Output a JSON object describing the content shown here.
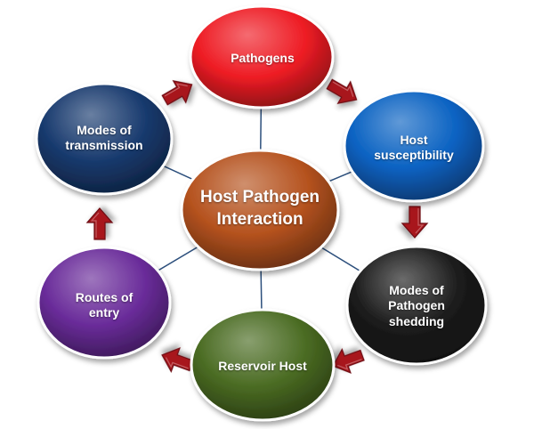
{
  "diagram": {
    "center": {
      "label": "Host Pathogen\nInteraction",
      "color": "#b5521e"
    },
    "nodes": [
      {
        "id": "pathogens",
        "label": "Pathogens",
        "color": "#ee1c24"
      },
      {
        "id": "host-susceptibility",
        "label": "Host\nsusceptibility",
        "color": "#0a62c2"
      },
      {
        "id": "modes-of-pathogen-shedding",
        "label": "Modes of\nPathogen\nshedding",
        "color": "#1b1b1b"
      },
      {
        "id": "reservoir-host",
        "label": "Reservoir Host",
        "color": "#4a6b22"
      },
      {
        "id": "routes-of-entry",
        "label": "Routes of\nentry",
        "color": "#6a2c9a"
      },
      {
        "id": "modes-of-transmission",
        "label": "Modes of\ntransmission",
        "color": "#183a6e"
      }
    ],
    "arrow_color": "#a8171c",
    "connector_color": "#2c4f7c"
  }
}
